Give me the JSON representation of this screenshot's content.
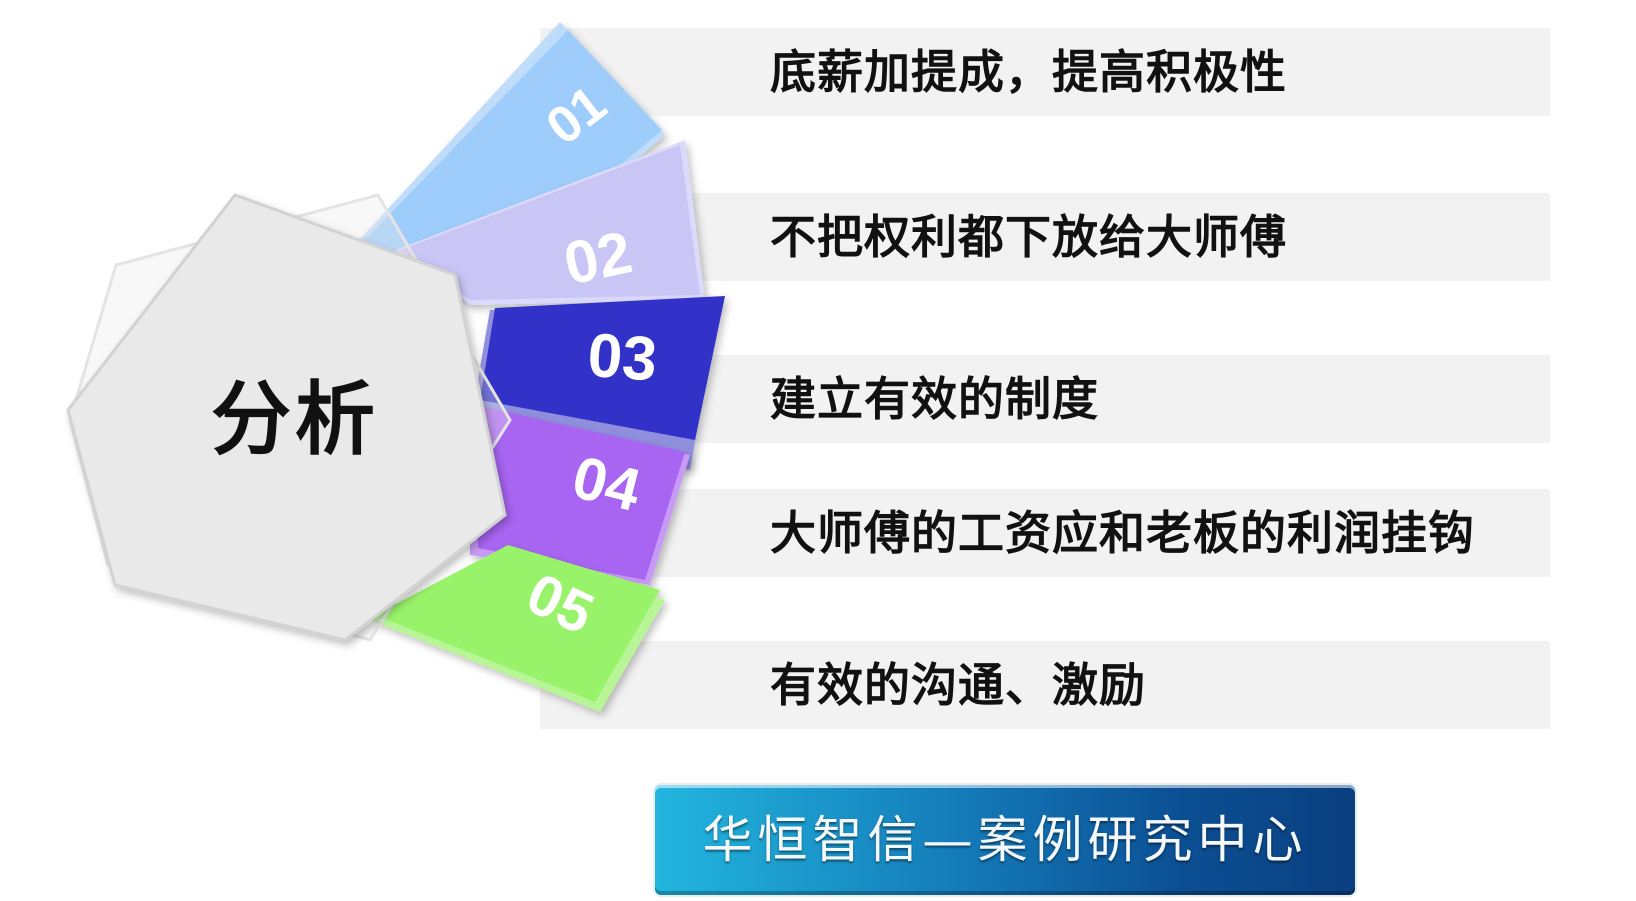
{
  "center_label": "分析",
  "items": [
    {
      "number": "01",
      "text": "底薪加提成，提高积极性",
      "color": "#9fcdfb"
    },
    {
      "number": "02",
      "text": "不把权利都下放给大师傅",
      "color": "#c9c6f6"
    },
    {
      "number": "03",
      "text": "建立有效的制度",
      "color": "#3131c9"
    },
    {
      "number": "04",
      "text": "大师傅的工资应和老板的利润挂钩",
      "color": "#a865f2"
    },
    {
      "number": "05",
      "text": "有效的沟通、激励",
      "color": "#99f36a"
    }
  ],
  "footer": {
    "label": "华恒智信—案例研究中心"
  }
}
